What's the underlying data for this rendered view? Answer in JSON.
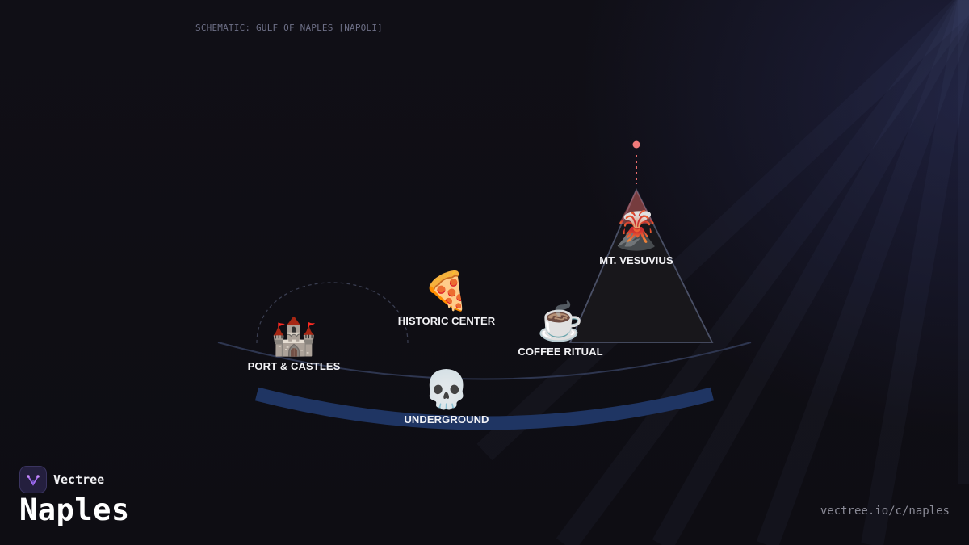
{
  "header": {
    "schematic_label": "SCHEMATIC: GULF OF NAPLES [NAPOLI]"
  },
  "diagram": {
    "nodes": [
      {
        "id": "port",
        "label": "PORT & CASTLES",
        "icon": "castle-icon",
        "glyph": "🏰"
      },
      {
        "id": "historic",
        "label": "HISTORIC CENTER",
        "icon": "pizza-icon",
        "glyph": "🍕"
      },
      {
        "id": "underground",
        "label": "UNDERGROUND",
        "icon": "skull-icon",
        "glyph": "💀"
      },
      {
        "id": "coffee",
        "label": "COFFEE RITUAL",
        "icon": "coffee-icon",
        "glyph": "☕"
      },
      {
        "id": "vesuvius",
        "label": "MT. VESUVIUS",
        "icon": "volcano-icon",
        "glyph": "🌋"
      }
    ],
    "colors": {
      "bay_arc": "#1f3563",
      "shoreline": "#2e3650",
      "mountain_fill": "#18171b",
      "mountain_stroke": "#4a5066",
      "eruption": "#e86b6b"
    }
  },
  "footer": {
    "brand_name": "Vectree",
    "title": "Naples",
    "url": "vectree.io/c/naples"
  }
}
